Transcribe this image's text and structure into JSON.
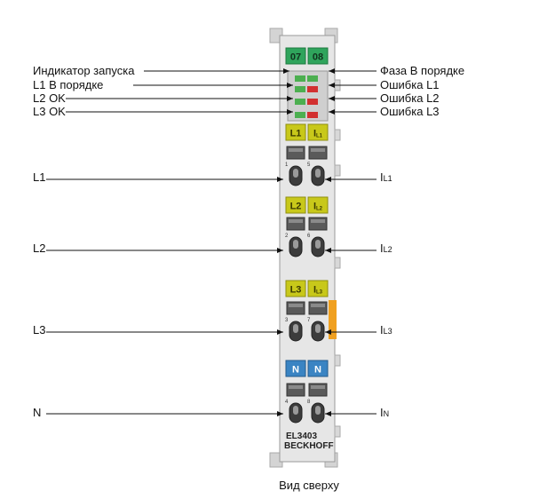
{
  "module": {
    "model": "EL3403",
    "brand": "BECKHOFF",
    "slot_numbers": [
      "07",
      "08"
    ],
    "channels": [
      {
        "left": "L1",
        "right_main": "I",
        "right_sub": "L1",
        "pins": [
          "1",
          "5"
        ]
      },
      {
        "left": "L2",
        "right_main": "I",
        "right_sub": "L2",
        "pins": [
          "2",
          "6"
        ]
      },
      {
        "left": "L3",
        "right_main": "I",
        "right_sub": "L3",
        "pins": [
          "3",
          "7"
        ]
      },
      {
        "left": "N",
        "right_main": "N",
        "right_sub": "",
        "pins": [
          "4",
          "8"
        ]
      }
    ],
    "colors": {
      "housing": "#e6e6e6",
      "slot_green": "#2fa45c",
      "label_yellow": "#c8c81a",
      "label_blue": "#3a84c3",
      "orange": "#f0a020",
      "led_green": "#4caf50",
      "led_red": "#d23030"
    }
  },
  "labels_left": {
    "run_indicator": "Индикатор запуска",
    "l1_ok": "L1 В порядке",
    "l2_ok": "L2 OK",
    "l3_ok": "L3 OK",
    "l1": "L1",
    "l2": "L2",
    "l3": "L3",
    "n": "N"
  },
  "labels_right": {
    "phase_ok": "Фаза В порядке",
    "error_l1": "Ошибка L1",
    "error_l2": "Ошибка L2",
    "error_l3": "Ошибка L3",
    "il1_main": "I",
    "il1_sub": "L1",
    "il2_main": "I",
    "il2_sub": "L2",
    "il3_main": "I",
    "il3_sub": "L3",
    "in_main": "I",
    "in_sub": "N"
  },
  "caption": "Вид сверху"
}
